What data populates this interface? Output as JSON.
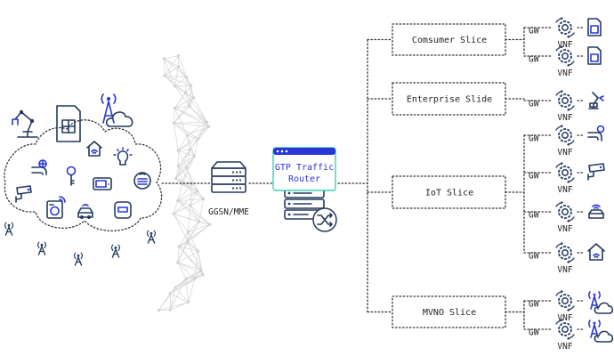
{
  "colors": {
    "accent": "#2a35d8",
    "router_frame": "#3ad1b5",
    "icon": "#233a5e"
  },
  "core": {
    "ggsn_label": "GGSN/MME",
    "router_label_line1": "GTP Traffic",
    "router_label_line2": "Router"
  },
  "slices": [
    {
      "label": "Comsumer Slice",
      "gateways": [
        {
          "gw": "GW",
          "vnf": "VNF",
          "icon": "sim-card-icon"
        },
        {
          "gw": "GW",
          "vnf": "VNF",
          "icon": "sim-card-icon"
        }
      ]
    },
    {
      "label": "Enterprise Slide",
      "gateways": [
        {
          "gw": "GW",
          "vnf": "VNF",
          "icon": "robot-arm-icon"
        }
      ]
    },
    {
      "label": "IoT Slice",
      "gateways": [
        {
          "gw": "GW",
          "vnf": "VNF",
          "icon": "water-faucet-icon"
        },
        {
          "gw": "GW",
          "vnf": "VNF",
          "icon": "security-camera-icon"
        },
        {
          "gw": "GW",
          "vnf": "VNF",
          "icon": "connected-car-icon"
        },
        {
          "gw": "GW",
          "vnf": "VNF",
          "icon": "smart-home-icon"
        }
      ]
    },
    {
      "label": "MVNO Slice",
      "gateways": [
        {
          "gw": "GW",
          "vnf": "VNF",
          "icon": "tower-cloud-icon"
        },
        {
          "gw": "GW",
          "vnf": "VNF",
          "icon": "tower-cloud-icon"
        }
      ]
    }
  ],
  "devices": [
    "robot-arm-icon",
    "sim-card-icon",
    "tower-cloud-icon",
    "faucet-icon",
    "house-icon",
    "bulb-icon",
    "camera-icon",
    "key-icon",
    "tv-icon",
    "meter-icon",
    "washer-icon",
    "car-icon",
    "thermostat-icon",
    "antenna-icon"
  ]
}
